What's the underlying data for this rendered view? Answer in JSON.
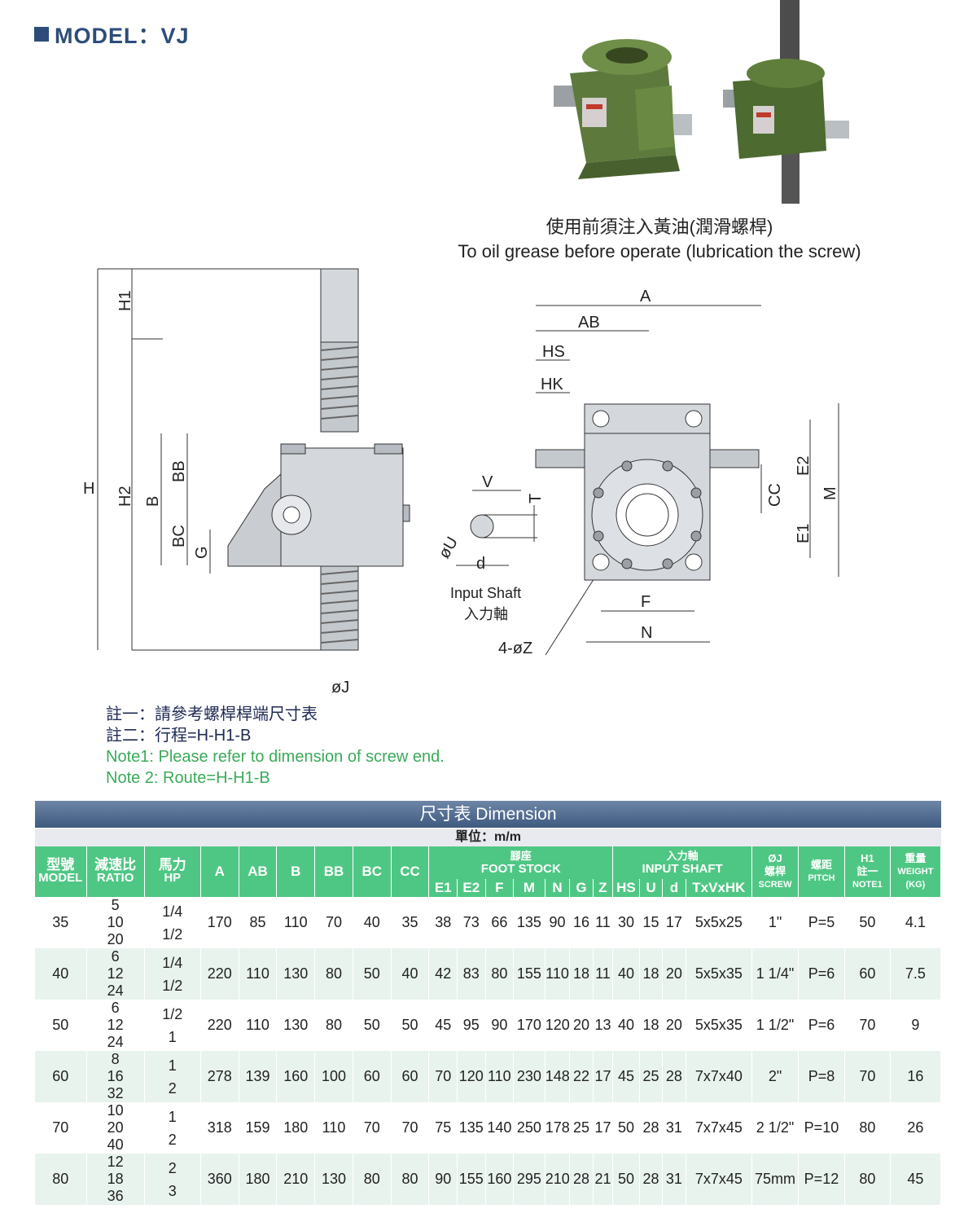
{
  "model_title": "MODEL：VJ",
  "grease_note": {
    "cn": "使用前須注入黃油(潤滑螺桿)",
    "en": "To oil grease before operate (lubrication the screw)"
  },
  "drawing_labels": {
    "H": "H",
    "H1": "H1",
    "H2": "H2",
    "B": "B",
    "BB": "BB",
    "BC": "BC",
    "G": "G",
    "J": "øJ",
    "V": "V",
    "T": "T",
    "U": "øU",
    "d": "d",
    "input_shaft_en": "Input Shaft",
    "input_shaft_cn": "入力軸",
    "A": "A",
    "AB": "AB",
    "HS": "HS",
    "HK": "HK",
    "CC": "CC",
    "E2": "E2",
    "E1": "E1",
    "M": "M",
    "F": "F",
    "N": "N",
    "Z": "4-øZ"
  },
  "notes": {
    "cn1": "註一：請參考螺桿桿端尺寸表",
    "cn2": "註二：行程=H-H1-B",
    "en1": "Note1: Please refer to dimension of screw end.",
    "en2": "Note 2: Route=H-H1-B"
  },
  "dimension_title": "尺寸表 Dimension",
  "unit": "單位：m/m",
  "headers": {
    "model_cn": "型號",
    "model_en": "MODEL",
    "ratio_cn": "減速比",
    "ratio_en": "RATIO",
    "hp_cn": "馬力",
    "hp_en": "HP",
    "A": "A",
    "AB": "AB",
    "B": "B",
    "BB": "BB",
    "BC": "BC",
    "CC": "CC",
    "foot_cn": "腳座",
    "foot_en": "FOOT STOCK",
    "shaft_cn": "入力軸",
    "shaft_en": "INPUT SHAFT",
    "J_top": "ØJ",
    "J_cn": "螺桿",
    "J_en": "SCREW",
    "pitch_cn": "螺距",
    "pitch_en": "PITCH",
    "H1_top": "H1",
    "H1_cn": "註一",
    "H1_en": "NOTE1",
    "weight_cn": "重量",
    "weight_en": "WEIGHT",
    "weight_unit": "(KG)",
    "E1": "E1",
    "E2": "E2",
    "F": "F",
    "M": "M",
    "N": "N",
    "G": "G",
    "Z": "Z",
    "HS": "HS",
    "U": "U",
    "d": "d",
    "TVHK": "TxVxHK"
  },
  "rows": [
    {
      "model": "35",
      "ratio": [
        "5",
        "10",
        "20"
      ],
      "hp": [
        "1/4",
        "1/2"
      ],
      "A": "170",
      "AB": "85",
      "B": "110",
      "BB": "70",
      "BC": "40",
      "CC": "35",
      "E1": "38",
      "E2": "73",
      "F": "66",
      "M": "135",
      "N": "90",
      "G": "16",
      "Z": "11",
      "HS": "30",
      "U": "15",
      "d": "17",
      "TVHK": "5x5x25",
      "J": "1\"",
      "pitch": "P=5",
      "H1": "50",
      "weight": "4.1"
    },
    {
      "model": "40",
      "ratio": [
        "6",
        "12",
        "24"
      ],
      "hp": [
        "1/4",
        "1/2"
      ],
      "A": "220",
      "AB": "110",
      "B": "130",
      "BB": "80",
      "BC": "50",
      "CC": "40",
      "E1": "42",
      "E2": "83",
      "F": "80",
      "M": "155",
      "N": "110",
      "G": "18",
      "Z": "11",
      "HS": "40",
      "U": "18",
      "d": "20",
      "TVHK": "5x5x35",
      "J": "1 1/4\"",
      "pitch": "P=6",
      "H1": "60",
      "weight": "7.5"
    },
    {
      "model": "50",
      "ratio": [
        "6",
        "12",
        "24"
      ],
      "hp": [
        "1/2",
        "1"
      ],
      "A": "220",
      "AB": "110",
      "B": "130",
      "BB": "80",
      "BC": "50",
      "CC": "50",
      "E1": "45",
      "E2": "95",
      "F": "90",
      "M": "170",
      "N": "120",
      "G": "20",
      "Z": "13",
      "HS": "40",
      "U": "18",
      "d": "20",
      "TVHK": "5x5x35",
      "J": "1 1/2\"",
      "pitch": "P=6",
      "H1": "70",
      "weight": "9"
    },
    {
      "model": "60",
      "ratio": [
        "8",
        "16",
        "32"
      ],
      "hp": [
        "1",
        "2"
      ],
      "A": "278",
      "AB": "139",
      "B": "160",
      "BB": "100",
      "BC": "60",
      "CC": "60",
      "E1": "70",
      "E2": "120",
      "F": "110",
      "M": "230",
      "N": "148",
      "G": "22",
      "Z": "17",
      "HS": "45",
      "U": "25",
      "d": "28",
      "TVHK": "7x7x40",
      "J": "2\"",
      "pitch": "P=8",
      "H1": "70",
      "weight": "16"
    },
    {
      "model": "70",
      "ratio": [
        "10",
        "20",
        "40"
      ],
      "hp": [
        "1",
        "2"
      ],
      "A": "318",
      "AB": "159",
      "B": "180",
      "BB": "110",
      "BC": "70",
      "CC": "70",
      "E1": "75",
      "E2": "135",
      "F": "140",
      "M": "250",
      "N": "178",
      "G": "25",
      "Z": "17",
      "HS": "50",
      "U": "28",
      "d": "31",
      "TVHK": "7x7x45",
      "J": "2 1/2\"",
      "pitch": "P=10",
      "H1": "80",
      "weight": "26"
    },
    {
      "model": "80",
      "ratio": [
        "12",
        "18",
        "36"
      ],
      "hp": [
        "2",
        "3"
      ],
      "A": "360",
      "AB": "180",
      "B": "210",
      "BB": "130",
      "BC": "80",
      "CC": "80",
      "E1": "90",
      "E2": "155",
      "F": "160",
      "M": "295",
      "N": "210",
      "G": "28",
      "Z": "21",
      "HS": "50",
      "U": "28",
      "d": "31",
      "TVHK": "7x7x45",
      "J": "75mm",
      "pitch": "P=12",
      "H1": "80",
      "weight": "45"
    }
  ]
}
